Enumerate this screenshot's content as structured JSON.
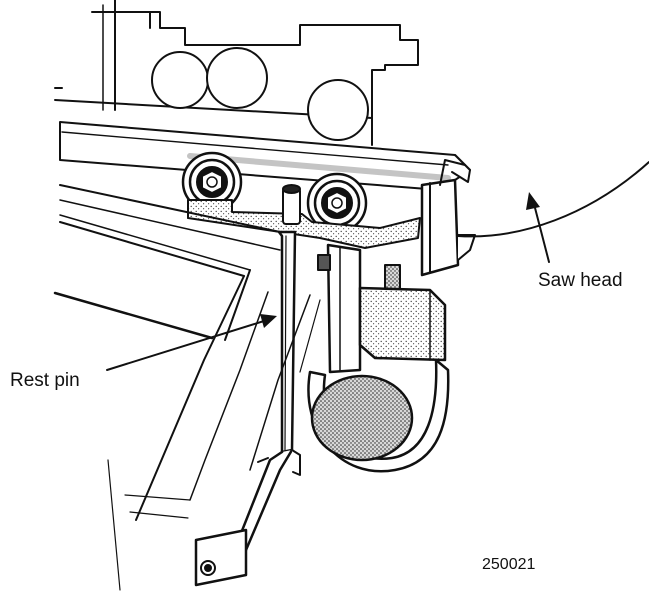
{
  "figure": {
    "labels": {
      "saw_head": "Saw head",
      "rest_pin": "Rest pin"
    },
    "figure_number": "250021"
  }
}
